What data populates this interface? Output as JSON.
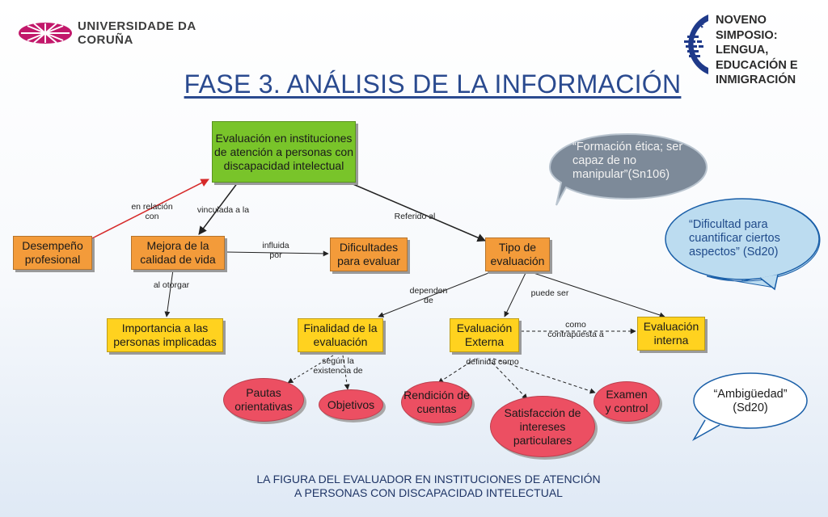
{
  "header": {
    "university_name": "UNIVERSIDADE DA CORUÑA",
    "symposium_lines": [
      "NOVENO SIMPOSIO:",
      "LENGUA,",
      "EDUCACIÓN E",
      "INMIGRACIÓN"
    ]
  },
  "title": "FASE 3. ANÁLISIS DE LA INFORMACIÓN",
  "nodes": {
    "evaluacion_instituciones": "Evaluación en instituciones de atención a personas con discapacidad intelectual",
    "desempeno": "Desempeño profesional",
    "mejora": "Mejora de la calidad de vida",
    "dificultades": "Dificultades para evaluar",
    "tipo": "Tipo de evaluación",
    "importancia": "Importancia a las personas implicadas",
    "finalidad": "Finalidad de la evaluación",
    "externa": "Evaluación Externa",
    "interna": "Evaluación interna",
    "pautas": "Pautas orientativas",
    "objetivos": "Objetivos",
    "rendicion": "Rendición de cuentas",
    "satisfaccion": "Satisfacción de intereses particulares",
    "examen": "Examen y control"
  },
  "links": {
    "en_relacion": "en relación con",
    "vinculada": "vinculada a la",
    "referido": "Referido al",
    "influida": "influida por",
    "al_otorgar": "al otorgar",
    "dependen": "dependen de",
    "puede_ser": "puede ser",
    "como_contrapuesta": "como contrapuesta a",
    "segun": "según la existencia de",
    "definida": "definida como"
  },
  "quotes": {
    "q1": "“Formación ética; ser capaz de no manipular”(Sn106)",
    "q2": "“Dificultad para cuantificar ciertos aspectos” (Sd20)",
    "q3": "“Ambigüedad” (Sd20)"
  },
  "footer": [
    "LA FIGURA DEL EVALUADOR EN INSTITUCIONES DE ATENCIÓN",
    "A PERSONAS CON DISCAPACIDAD INTELECTUAL"
  ],
  "colors": {
    "title": "#2a4a8f",
    "green": "#79c42a",
    "orange": "#f39b3a",
    "yellow": "#ffd21f",
    "red_ellipse": "#ec4f62",
    "bubble_gray": "#7d8a99",
    "bubble_blue": "#bcdcf0",
    "logo_magenta": "#c2186b",
    "logo_navy": "#1f3a8a"
  },
  "icons": [
    "university-crest-icon",
    "symposium-logo-icon"
  ]
}
